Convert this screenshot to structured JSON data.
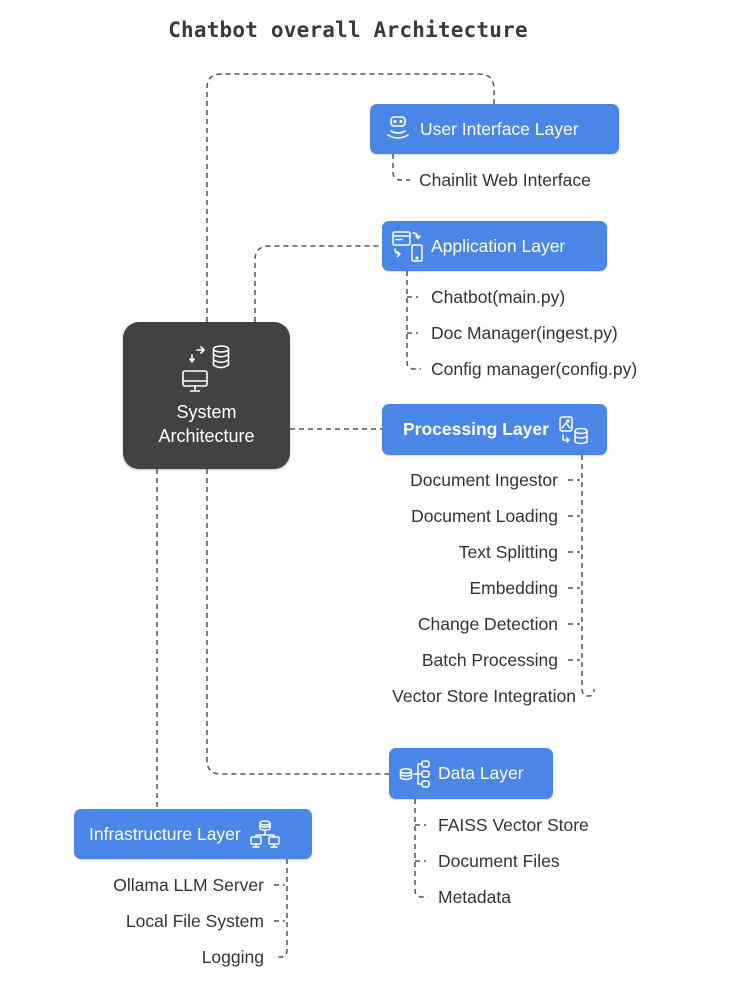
{
  "title": "Chatbot overall Architecture",
  "center": {
    "line1": "System",
    "line2": "Architecture"
  },
  "layers": {
    "ui": {
      "label": "User Interface Layer",
      "icon": "voice-assistant-icon",
      "items": [
        "Chainlit Web Interface"
      ]
    },
    "app": {
      "label": "Application Layer",
      "icon": "app-transfer-icon",
      "items": [
        "Chatbot(main.py)",
        "Doc Manager(ingest.py)",
        "Config manager(config.py)"
      ]
    },
    "proc": {
      "label": "Processing Layer",
      "icon": "image-to-database-icon",
      "items": [
        "Document Ingestor",
        "Document Loading",
        "Text Splitting",
        "Embedding",
        "Change Detection",
        "Batch Processing",
        "Vector Store Integration"
      ]
    },
    "data": {
      "label": "Data Layer",
      "icon": "database-tree-icon",
      "items": [
        "FAISS Vector Store",
        "Document Files",
        "Metadata"
      ]
    },
    "infra": {
      "label": "Infrastructure Layer",
      "icon": "network-icon",
      "items": [
        "Ollama LLM Server",
        "Local File System",
        "Logging"
      ]
    }
  },
  "colors": {
    "layer_box": "#4a86e8",
    "center_box": "#424242",
    "connector": "#555555"
  }
}
